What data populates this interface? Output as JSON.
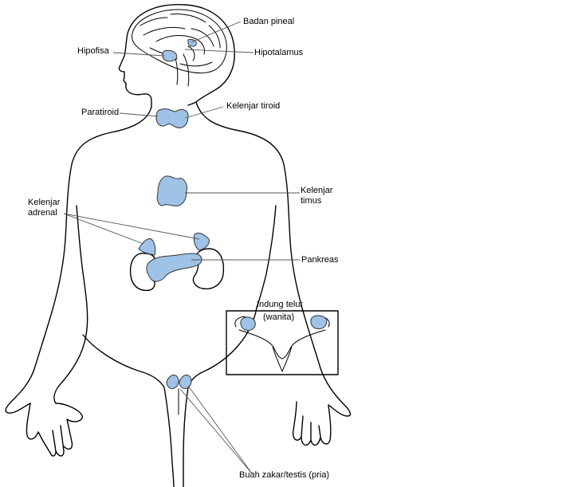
{
  "colors": {
    "gland_fill": "#9fc3e6",
    "outline": "#000000",
    "background": "#ffffff"
  },
  "labels": {
    "badan_pineal": "Badan pineal",
    "hipofisa": "Hipofisa",
    "hipotalamus": "Hipotalamus",
    "paratiroid": "Paratiroid",
    "kelenjar_tiroid": "Kelenjar tiroid",
    "kelenjar_timus_line1": "Kelenjar",
    "kelenjar_timus_line2": "timus",
    "kelenjar_adrenal_line1": "Kelenjar",
    "kelenjar_adrenal_line2": "adrenal",
    "pankreas": "Pankreas",
    "indung_telur_line1": "Indung telur",
    "indung_telur_line2": "(wanita)",
    "buah_zakar": "Buah zakar/testis  (pria)"
  }
}
